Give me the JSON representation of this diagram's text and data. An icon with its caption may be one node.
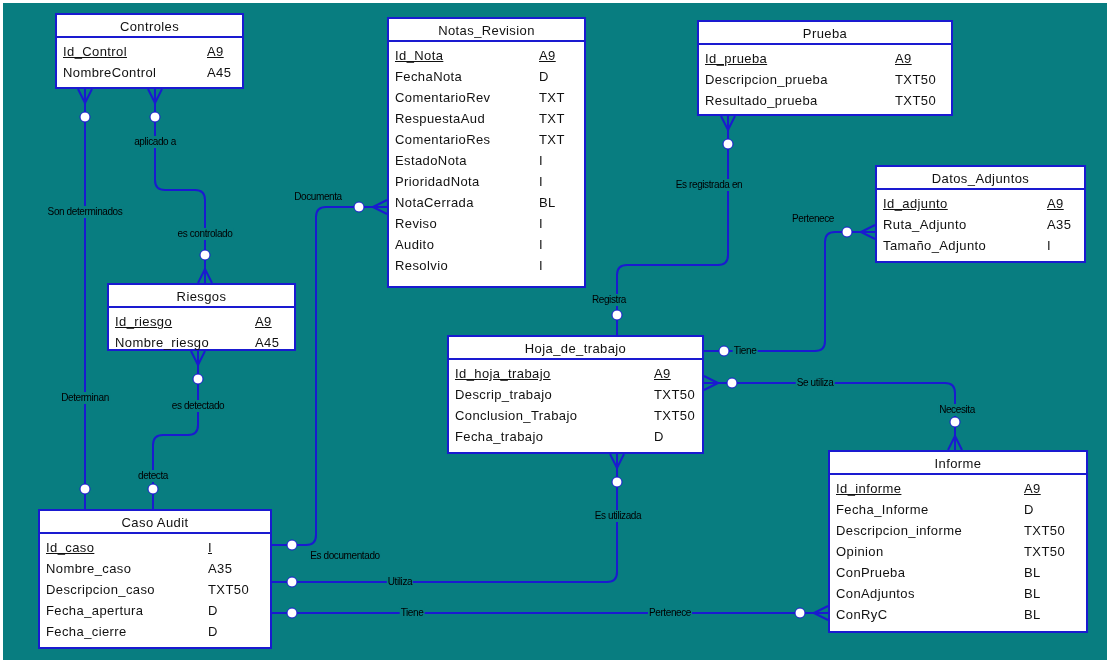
{
  "diagram": {
    "nodes": [
      {
        "text": [
          "Controles",
          "Id_Control",
          "A9",
          "NombreControl",
          "A45"
        ]
      },
      {
        "text": [
          "Notas_Revision",
          "Id_Nota",
          "A9",
          "FechaNota",
          "D",
          "ComentarioRev",
          "TXT",
          "RespuestaAud",
          "TXT",
          "ComentarioRes",
          "TXT",
          "EstadoNota",
          "I",
          "PrioridadNota",
          "I",
          "NotaCerrada",
          "BL",
          "Reviso",
          "I",
          "Audito",
          "I",
          "Resolvio",
          "I"
        ]
      },
      {
        "text": [
          "Prueba",
          "Id_prueba",
          "A9",
          "Descripcion_prueba",
          "TXT50",
          "Resultado_prueba",
          "TXT50"
        ]
      },
      {
        "text": [
          "Datos_Adjuntos",
          "Id_adjunto",
          "A9",
          "Ruta_Adjunto",
          "A35",
          "Tamaño_Adjunto",
          "I"
        ]
      },
      {
        "text": [
          "Riesgos",
          "Id_riesgo",
          "A9",
          "Nombre_riesgo",
          "A45"
        ]
      },
      {
        "text": [
          "Hoja_de_trabajo",
          "Id_hoja_trabajo",
          "A9",
          "Descrip_trabajo",
          "TXT50",
          "Conclusion_Trabajo",
          "TXT50",
          "Fecha_trabajo",
          "D"
        ]
      },
      {
        "text": [
          "Informe",
          "Id_informe",
          "A9",
          "Fecha_Informe",
          "D",
          "Descripcion_informe",
          "TXT50",
          "Opinion",
          "TXT50",
          "ConPrueba",
          "BL",
          "ConAdjuntos",
          "BL",
          "ConRyC",
          "BL"
        ]
      },
      {
        "text": [
          "Caso Audit",
          "Id_caso",
          "I",
          "Nombre_caso",
          "A35",
          "Descripcion_caso",
          "TXT50",
          "Fecha_apertura",
          "D",
          "Fecha_cierre",
          "D"
        ]
      }
    ],
    "edges": [
      {
        "from": 0,
        "to": 7,
        "arrow": "other",
        "label": "Son determinados"
      },
      {
        "from": 0,
        "to": 4,
        "arrow": "other",
        "label": "aplicado a"
      },
      {
        "from": 4,
        "to": 7,
        "arrow": "other",
        "label": "es detectado"
      },
      {
        "from": 1,
        "to": 7,
        "arrow": "other",
        "label": "Documenta"
      },
      {
        "from": 2,
        "to": 5,
        "arrow": "other",
        "label": "Es registrada en"
      },
      {
        "from": 3,
        "to": 5,
        "arrow": "other",
        "label": "Pertenece"
      },
      {
        "from": 5,
        "to": 6,
        "arrow": "other",
        "label": "Se utiliza"
      },
      {
        "from": 5,
        "to": 7,
        "arrow": "other",
        "label": "Es utilizada"
      },
      {
        "from": 6,
        "to": 7,
        "arrow": "other",
        "label": "Pertenece"
      }
    ],
    "labels": [
      "Determinan",
      "es controlado",
      "detecta",
      "Es documentado",
      "Registra",
      "Tiene",
      "Necesita",
      "Utiliza",
      "Tiene"
    ]
  }
}
